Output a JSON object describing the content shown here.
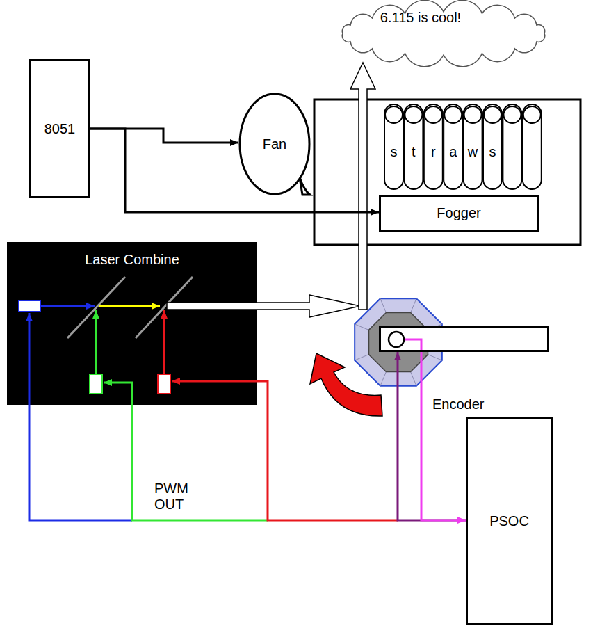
{
  "diagram": {
    "nodes": [
      {
        "text": [
          "6.115 is cool!"
        ]
      },
      {
        "text": [
          "8051"
        ]
      },
      {
        "text": [
          "Fan"
        ]
      },
      {
        "text": [
          "Fogger"
        ]
      },
      {
        "text": [
          "Laser Combine"
        ]
      },
      {
        "text": [
          "Encoder"
        ]
      },
      {
        "text": [
          "PSOC"
        ]
      }
    ],
    "edges": [
      {
        "from": 1,
        "to": 2,
        "arrow": "to"
      },
      {
        "from": 1,
        "to": 3,
        "arrow": "to"
      },
      {
        "from": 6,
        "to": 5,
        "arrow": "to"
      },
      {
        "from": 5,
        "to": 6,
        "arrow": "to"
      }
    ],
    "labels": [
      "s",
      "t",
      "r",
      "a",
      "w",
      "s",
      "PWM OUT"
    ]
  }
}
